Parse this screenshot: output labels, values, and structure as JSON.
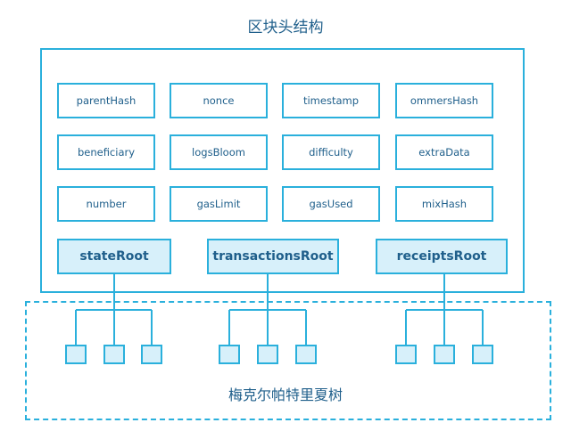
{
  "title": "区块头结构",
  "fields": [
    [
      "parentHash",
      "nonce",
      "timestamp",
      "ommersHash"
    ],
    [
      "beneficiary",
      "logsBloom",
      "difficulty",
      "extraData"
    ],
    [
      "number",
      "gasLimit",
      "gasUsed",
      "mixHash"
    ]
  ],
  "roots": [
    "stateRoot",
    "transactionsRoot",
    "receiptsRoot"
  ],
  "trie_label": "梅克尔帕特里夏树",
  "colors": {
    "border": "#2ab0dc",
    "root_fill": "#d7f0fa",
    "text": "#1f5f8b"
  }
}
